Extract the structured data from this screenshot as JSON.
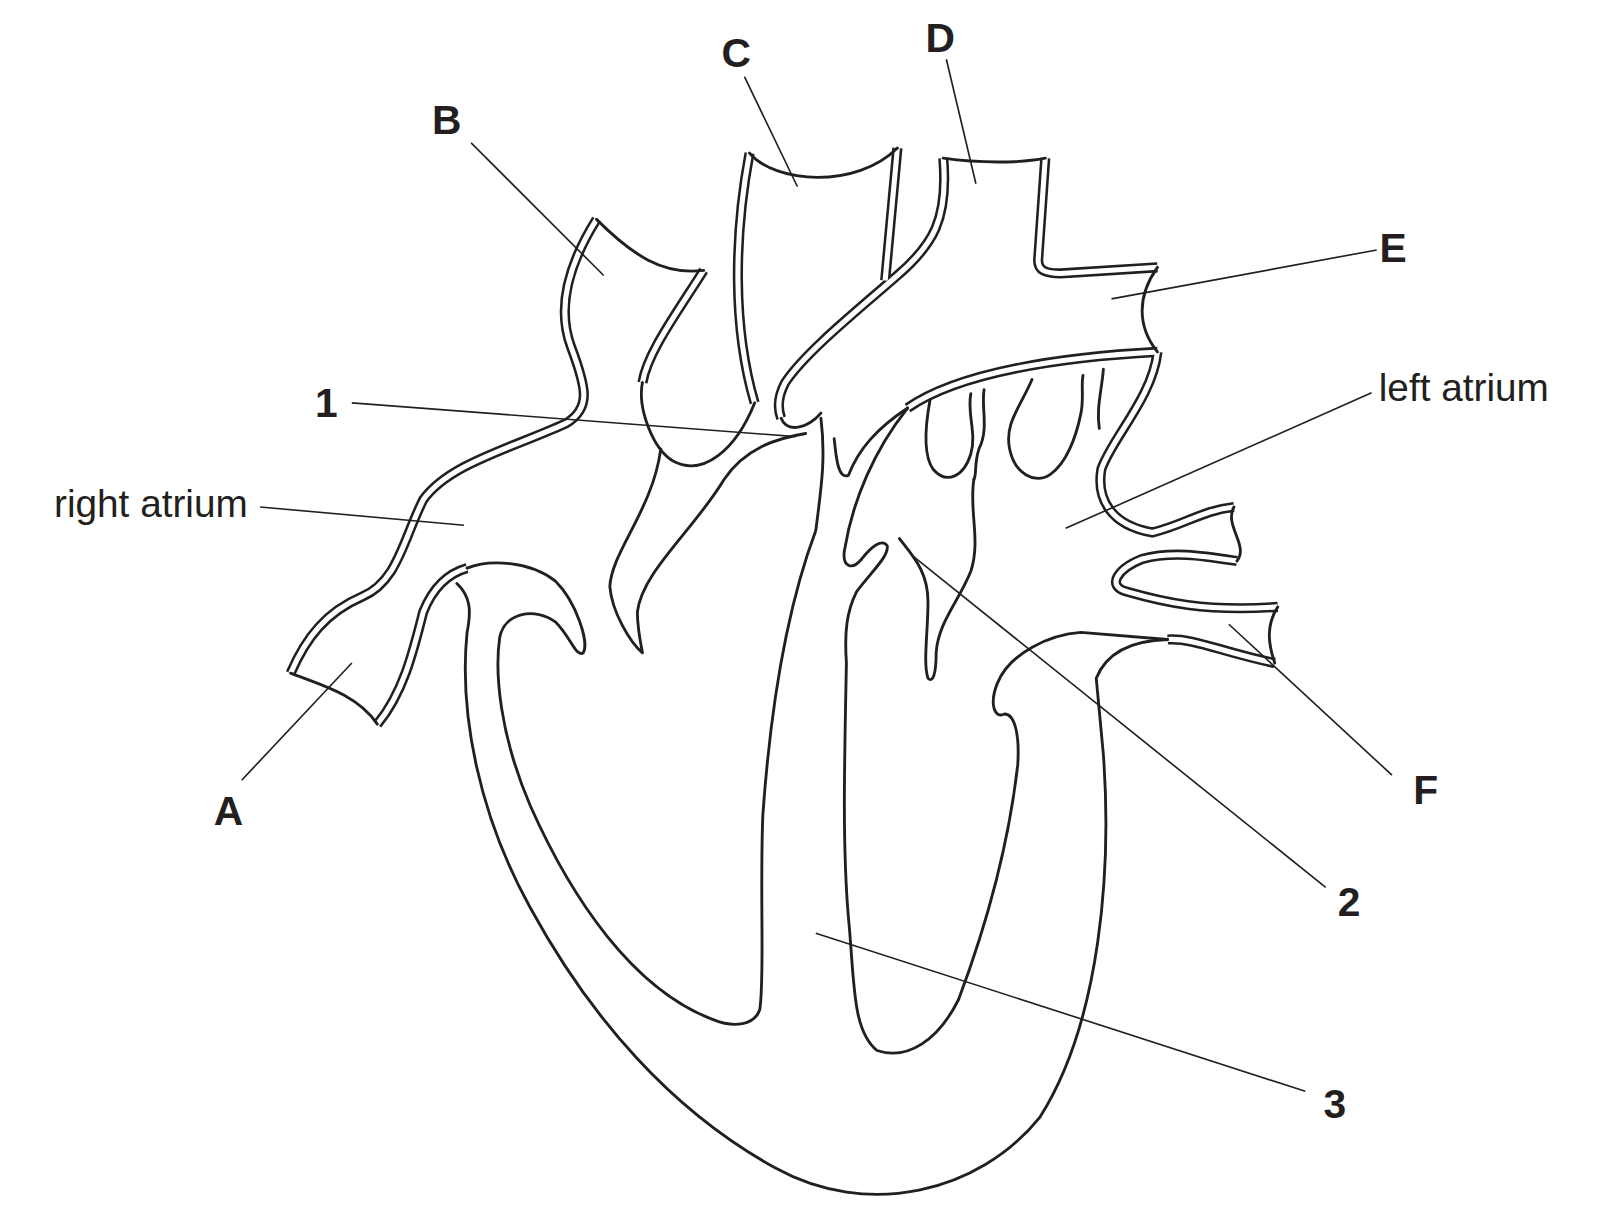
{
  "diagram": {
    "labels": [
      "D",
      "C",
      "B",
      "E",
      "1",
      "left atrium",
      "right atrium",
      "A",
      "F",
      "2",
      "3"
    ]
  }
}
